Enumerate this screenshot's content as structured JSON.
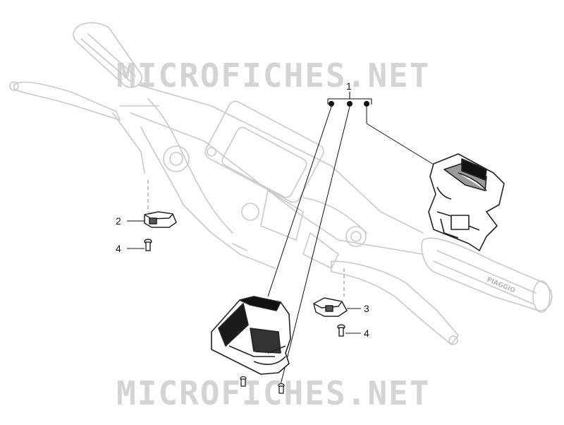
{
  "watermark": {
    "text": "MICROFICHES.NET"
  },
  "callouts": [
    {
      "id": "1"
    },
    {
      "id": "2"
    },
    {
      "id": "3"
    },
    {
      "id": "4"
    },
    {
      "id": "4"
    }
  ],
  "grip_branding": "PIAGGIO"
}
